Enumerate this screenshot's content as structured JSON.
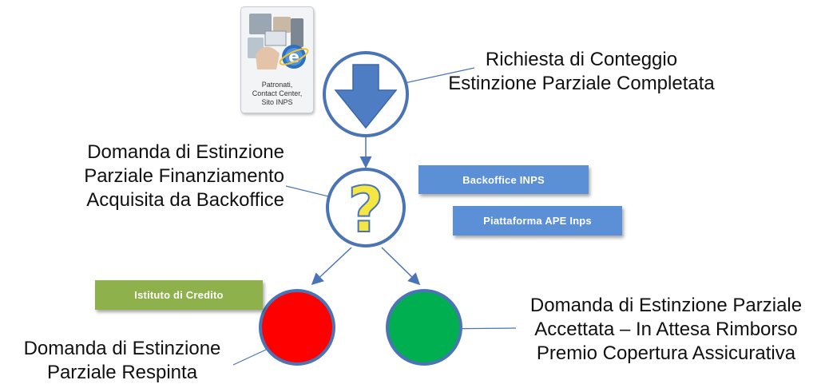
{
  "channel_card": {
    "lines": [
      "Patronati,",
      "Contact Center,",
      "Sito INPS"
    ]
  },
  "nodes": {
    "request": {
      "lines": [
        "Richiesta di Conteggio",
        "Estinzione Parziale Completata"
      ]
    },
    "acquired": {
      "lines": [
        "Domanda di Estinzione",
        "Parziale Finanziamento",
        "Acquisita da Backoffice"
      ]
    },
    "rejected": {
      "lines": [
        "Domanda di Estinzione",
        "Parziale Respinta"
      ]
    },
    "accepted": {
      "lines": [
        "Domanda di Estinzione Parziale",
        "Accettata – In Attesa Rimborso",
        "Premio Copertura Assicurativa"
      ]
    }
  },
  "tags": {
    "backoffice": "Backoffice INPS",
    "platform": "Piattaforma APE Inps",
    "bank": "Istituto di Credito"
  },
  "colors": {
    "node_border": "#4a74b5",
    "arrow_fill": "#4f7dc3",
    "question_mark": "#f5e642",
    "rejected_fill": "#ff0000",
    "accepted_fill": "#00b050",
    "connector": "#4a74b5",
    "tag_blue": "#5b8fd6",
    "tag_green": "#8fb14b"
  },
  "icons": {
    "request_node": "arrow-down-icon",
    "acquired_node": "question-mark-icon",
    "channel": "internet-explorer-icon"
  }
}
